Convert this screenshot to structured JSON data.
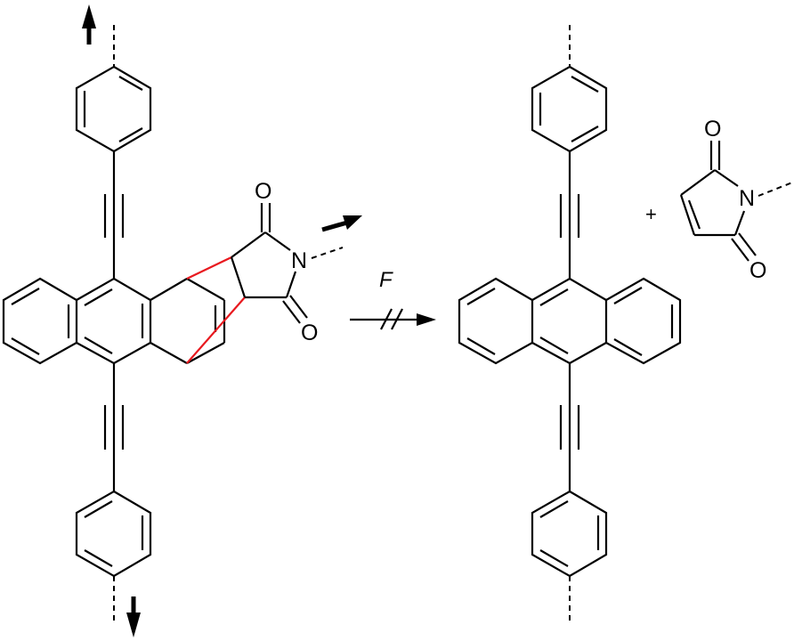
{
  "diagram": {
    "type": "chemical-reaction-scheme",
    "reactant": {
      "name": "Diels-Alder adduct of 9,10-bis(phenylethynyl)anthracene with maleimide",
      "atoms": {
        "O_top": "O",
        "N": "N",
        "O_bottom": "O"
      },
      "highlighted_bonds_color": "#e8191f",
      "force_arrows": [
        "up",
        "down",
        "right"
      ]
    },
    "arrow": {
      "label": "F",
      "type": "crossed-out reaction arrow (no reaction)"
    },
    "products": {
      "anthracene": {
        "name": "9,10-bis(phenylethynyl)anthracene"
      },
      "plus": "+",
      "maleimide": {
        "atoms": {
          "O_top": "O",
          "N": "N",
          "O_bottom": "O"
        }
      }
    }
  }
}
